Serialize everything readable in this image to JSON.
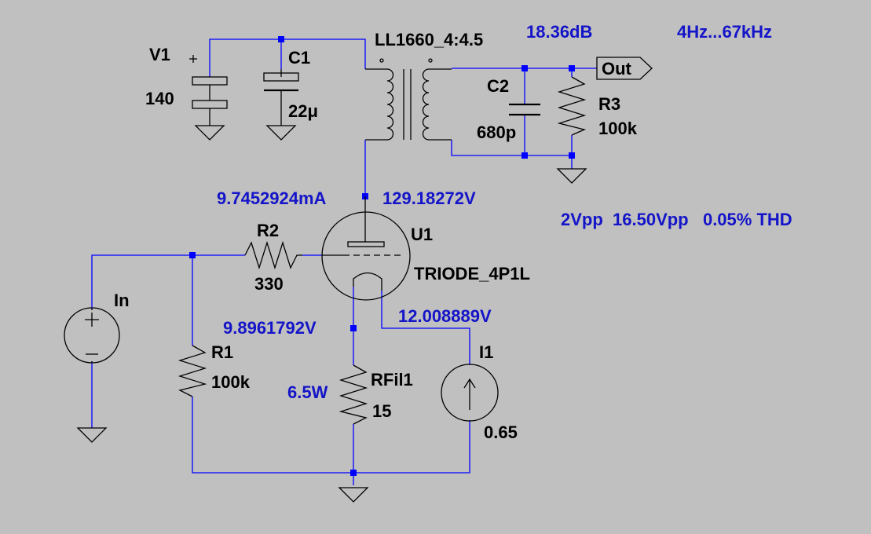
{
  "components": {
    "V1": {
      "name": "V1",
      "value": "140"
    },
    "C1": {
      "name": "C1",
      "value": "22μ"
    },
    "C2": {
      "name": "C2",
      "value": "680p"
    },
    "R3": {
      "name": "R3",
      "value": "100k"
    },
    "R2": {
      "name": "R2",
      "value": "330"
    },
    "R1": {
      "name": "R1",
      "value": "100k"
    },
    "RFil1": {
      "name": "RFil1",
      "value": "15"
    },
    "I1": {
      "name": "I1",
      "value": "0.65"
    },
    "U1": {
      "name": "U1",
      "model": "TRIODE_4P1L"
    },
    "In": {
      "name": "In"
    },
    "T1": {
      "model": "LL1660_4:4.5"
    }
  },
  "ports": {
    "out": "Out"
  },
  "annotations": {
    "gain": "18.36dB",
    "bandwidth": "4Hz...67kHz",
    "anode_current": "9.7452924mA",
    "anode_voltage": "129.18272V",
    "performance": "2Vpp  16.50Vpp   0.05% THD",
    "cathode_voltage": "9.8961792V",
    "filament_voltage": "12.008889V",
    "filament_power": "6.5W"
  },
  "colors": {
    "background": "#c0c0c0",
    "wire": "#0000ff",
    "symbol": "#000000",
    "annotation": "#1414c8"
  }
}
